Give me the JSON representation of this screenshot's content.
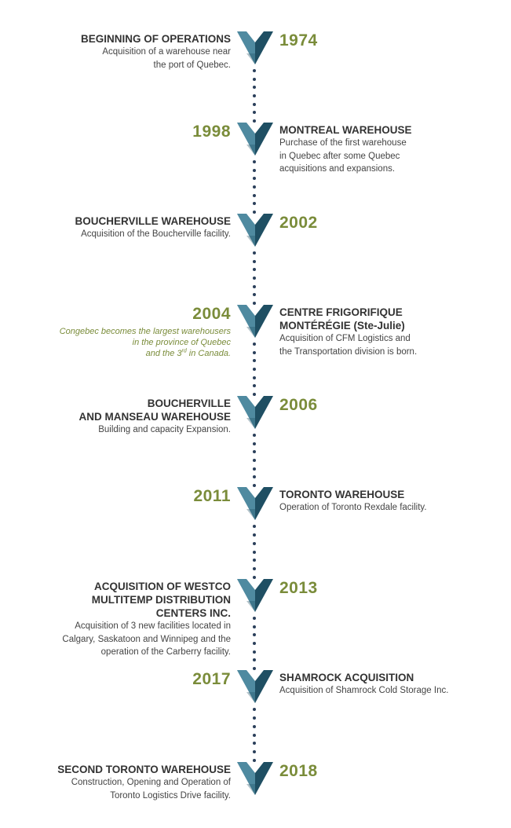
{
  "colors": {
    "green": "#7a8c3a",
    "chevron_dark": "#1f4f63",
    "chevron_light": "#4f8aa0",
    "dots": "#2a3f5a"
  },
  "entries": [
    {
      "year": "1974",
      "side": "right",
      "title": [
        "BEGINNING OF OPERATIONS"
      ],
      "desc": [
        "Acquisition of a warehouse near",
        "the port of Quebec."
      ]
    },
    {
      "year": "1998",
      "side": "left",
      "title": [
        "MONTREAL WAREHOUSE"
      ],
      "desc": [
        "Purchase of the first warehouse",
        "in Quebec after some Quebec",
        "acquisitions and expansions."
      ]
    },
    {
      "year": "2002",
      "side": "right",
      "title": [
        "BOUCHERVILLE WAREHOUSE"
      ],
      "desc": [
        "Acquisition of the Boucherville facility."
      ]
    },
    {
      "year": "2004",
      "side": "left",
      "title": [
        "CENTRE FRIGORIFIQUE",
        "MONTÉRÉGIE (Ste-Julie)"
      ],
      "desc": [
        "Acquisition of CFM Logistics and",
        "the Transportation division is born."
      ],
      "note": [
        "Congebec becomes the largest warehousers",
        "in the province of Quebec",
        "and the 3",
        "rd",
        " in Canada."
      ]
    },
    {
      "year": "2006",
      "side": "right",
      "title": [
        "BOUCHERVILLE",
        "AND MANSEAU WAREHOUSE"
      ],
      "desc": [
        "Building and capacity Expansion."
      ]
    },
    {
      "year": "2011",
      "side": "left",
      "title": [
        "TORONTO WAREHOUSE"
      ],
      "desc": [
        "Operation of Toronto Rexdale facility."
      ]
    },
    {
      "year": "2013",
      "side": "right",
      "title": [
        "ACQUISITION OF WESTCO",
        "MULTITEMP DISTRIBUTION",
        "CENTERS INC."
      ],
      "desc": [
        "Acquisition of 3 new facilities located in",
        "Calgary, Saskatoon and Winnipeg and the",
        "operation of the Carberry facility."
      ]
    },
    {
      "year": "2017",
      "side": "left",
      "title": [
        "SHAMROCK ACQUISITION"
      ],
      "desc": [
        "Acquisition of Shamrock Cold Storage Inc."
      ]
    },
    {
      "year": "2018",
      "side": "right",
      "title": [
        "SECOND TORONTO WAREHOUSE"
      ],
      "desc": [
        "Construction, Opening and Operation of",
        "Toronto Logistics Drive facility."
      ]
    }
  ]
}
